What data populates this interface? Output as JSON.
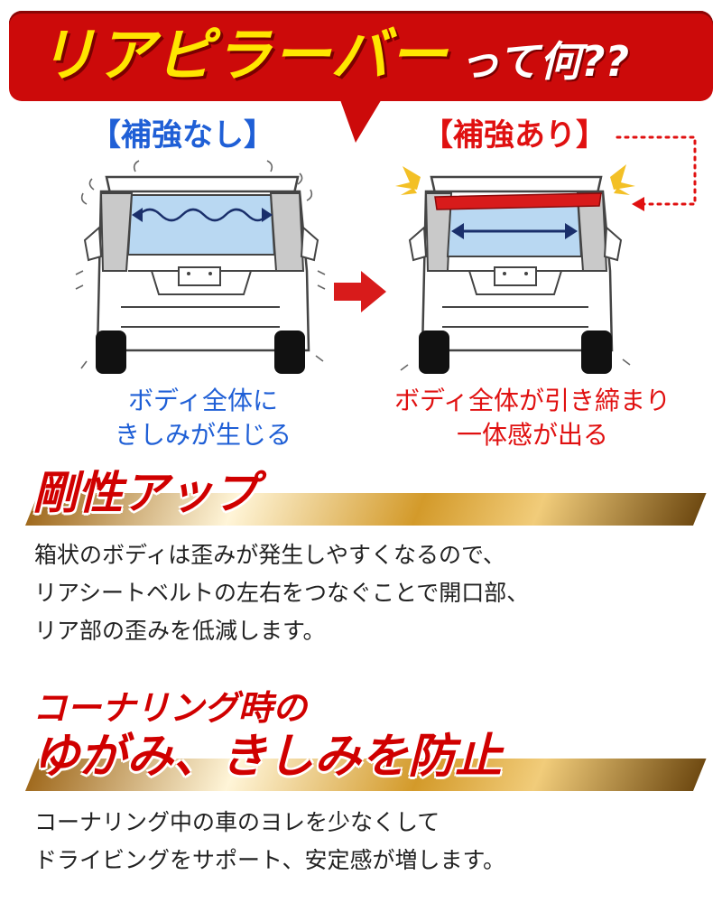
{
  "header": {
    "title_main": "リアピラーバー",
    "title_sub": "って何??"
  },
  "comparison": {
    "without": {
      "label": "【補強なし】",
      "caption_lines": [
        "ボディ全体に",
        "きしみが生じる"
      ]
    },
    "with": {
      "label": "【補強あり】",
      "caption_lines": [
        "ボディ全体が引き締まり",
        "一体感が出る"
      ]
    }
  },
  "sections": [
    {
      "title": "剛性アップ",
      "body_lines": [
        "箱状のボディは歪みが発生しやすくなるので、",
        "リアシートベルトの左右をつなぐことで開口部、",
        "リア部の歪みを低減します。"
      ]
    },
    {
      "title_lines": [
        "コーナリング時の",
        "ゆがみ、きしみを防止"
      ],
      "body_lines": [
        "コーナリング中の車のヨレを少なくして",
        "ドライビングをサポート、安定感が増します。"
      ]
    }
  ],
  "colors": {
    "header_red": "#cc0a0a",
    "title_yellow": "#ffe600",
    "blue": "#1f5fd6",
    "red": "#e01010",
    "bar_red": "#d81b1b",
    "arrow_navy": "#1a2f6b",
    "window_blue": "#b9d8f2"
  }
}
